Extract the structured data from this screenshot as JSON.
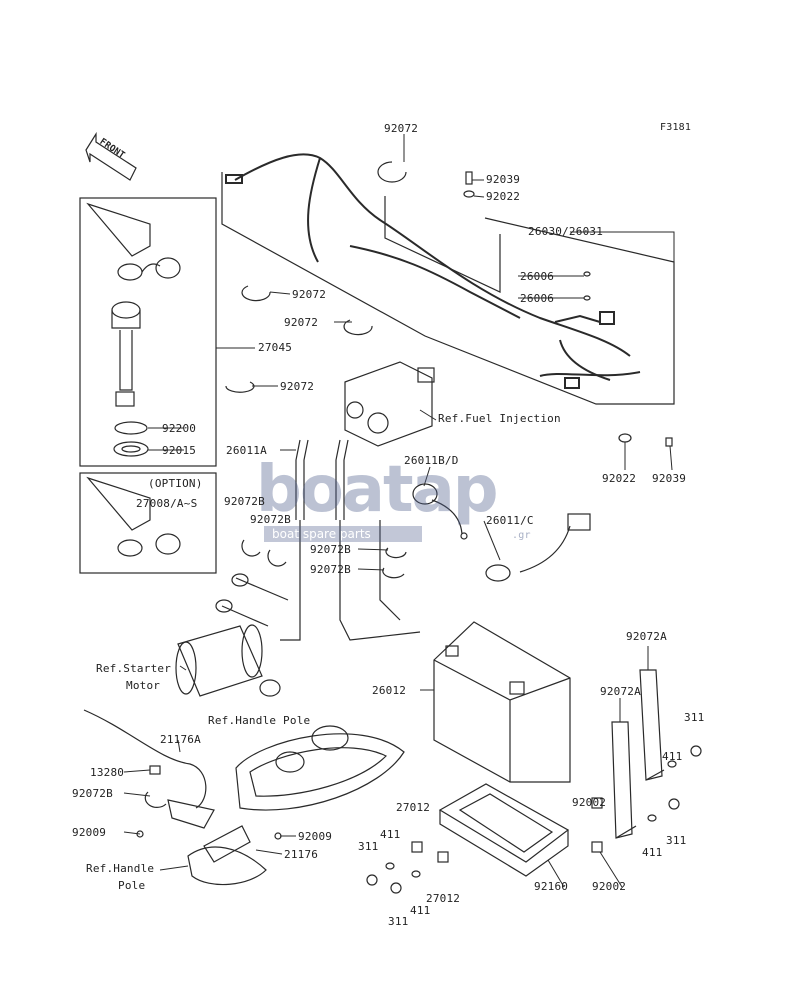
{
  "figure": {
    "code": "F3181",
    "front_label": "FRONT"
  },
  "watermark": {
    "brand": "boat",
    "brand_suffix": "ap",
    "tagline": "boat spare parts",
    "domain": ".gr"
  },
  "callouts": {
    "p92072_top": "92072",
    "p92039_top": "92039",
    "p92022_top": "92022",
    "p26030": "26030/26031",
    "p26006_a": "26006",
    "p26006_b": "26006",
    "p92072_b": "92072",
    "p92072_c": "92072",
    "p27045": "27045",
    "p92072_d": "92072",
    "p92200": "92200",
    "p92015": "92015",
    "ref_fuel": "Ref.Fuel Injection",
    "p26011A": "26011A",
    "p26011BD": "26011B/D",
    "option": "(OPTION)",
    "p27008": "27008/A~S",
    "p92072B_a": "92072B",
    "p92072B_b": "92072B",
    "p26011C": "26011/C",
    "p92072B_c": "92072B",
    "p92072B_d": "92072B",
    "p92022_right": "92022",
    "p92039_right": "92039",
    "ref_starter_1": "Ref.Starter",
    "ref_starter_2": "Motor",
    "p26012": "26012",
    "p92072A_a": "92072A",
    "p92072A_b": "92072A",
    "ref_handle_pole_top": "Ref.Handle Pole",
    "p21176A": "21176A",
    "p13280": "13280",
    "p92072B_e": "92072B",
    "p92009_a": "92009",
    "p92009_b": "92009",
    "p21176": "21176",
    "ref_handle_1": "Ref.Handle",
    "ref_handle_2": "Pole",
    "p27012_a": "27012",
    "p27012_b": "27012",
    "p411_a": "411",
    "p411_b": "411",
    "p411_c": "411",
    "p411_d": "411",
    "p311_a": "311",
    "p311_b": "311",
    "p311_c": "311",
    "p311_d": "311",
    "p92002_a": "92002",
    "p92002_b": "92002",
    "p92160": "92160"
  }
}
